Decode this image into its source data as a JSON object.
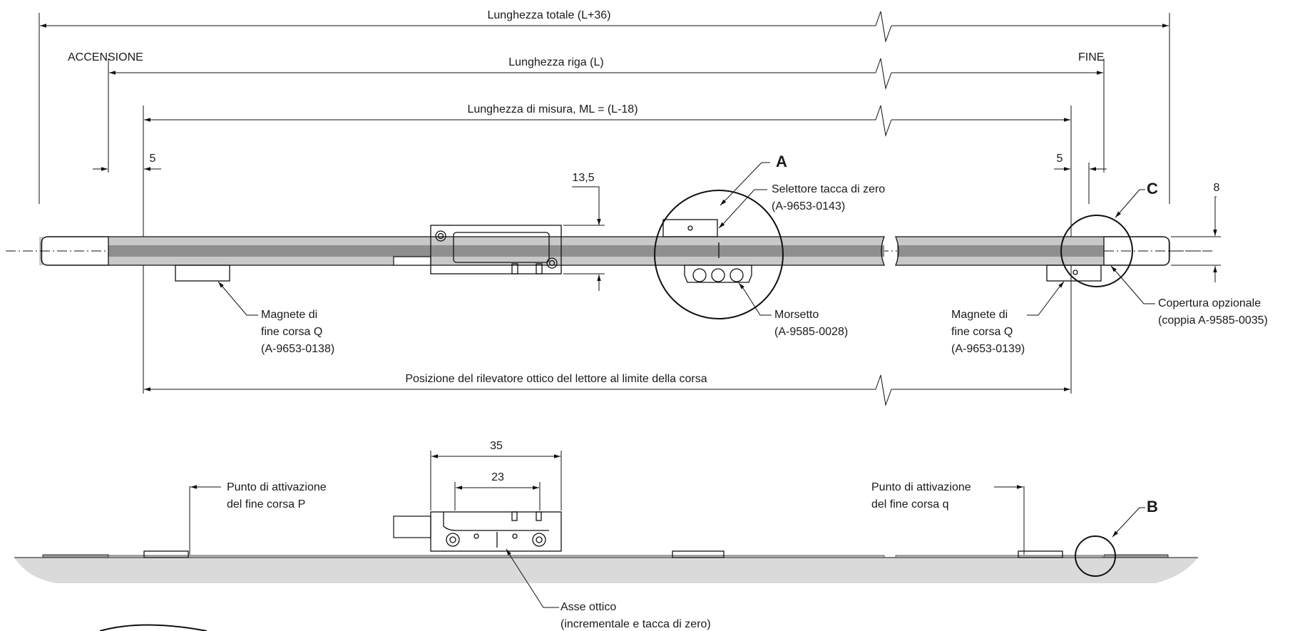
{
  "labels": {
    "total_length": "Lunghezza totale (L+36)",
    "scale_length": "Lunghezza riga (L)",
    "measuring_length": "Lunghezza di misura, ML = (L-18)",
    "power_on": "ACCENSIONE",
    "end": "FINE",
    "readhead_travel": "Posizione del rilevatore ottico del lettore al limite della corsa",
    "detail_a": "A",
    "detail_b": "B",
    "detail_c": "C",
    "zero_selector_line1": "Selettore tacca di zero",
    "zero_selector_line2": "(A-9653-0143)",
    "clamp_line1": "Morsetto",
    "clamp_line2": "(A-9585-0028)",
    "limit_magnet_left_line1": "Magnete di",
    "limit_magnet_left_line2": "fine corsa Q",
    "limit_magnet_left_line3": "(A-9653-0138)",
    "limit_magnet_right_line1": "Magnete di",
    "limit_magnet_right_line2": "fine corsa Q",
    "limit_magnet_right_line3": "(A-9653-0139)",
    "optional_cover_line1": "Copertura opzionale",
    "optional_cover_line2": "(coppia A-9585-0035)",
    "limit_point_p_line1": "Punto di attivazione",
    "limit_point_p_line2": "del fine corsa P",
    "limit_point_q_line1": "Punto di attivazione",
    "limit_point_q_line2": "del fine corsa q",
    "optical_axis_line1": "Asse ottico",
    "optical_axis_line2": "(incrementale e tacca di zero)"
  },
  "dimensions": {
    "end_offset_left": "5",
    "end_offset_right": "5",
    "readhead_height": "13,5",
    "scale_height": "8",
    "readhead_width": "35",
    "readhead_inner_width": "23"
  },
  "colors": {
    "scale_body": "#c8c8c8",
    "scale_track": "#8f8f8f",
    "substrate": "#dadada",
    "line": "#111111"
  }
}
